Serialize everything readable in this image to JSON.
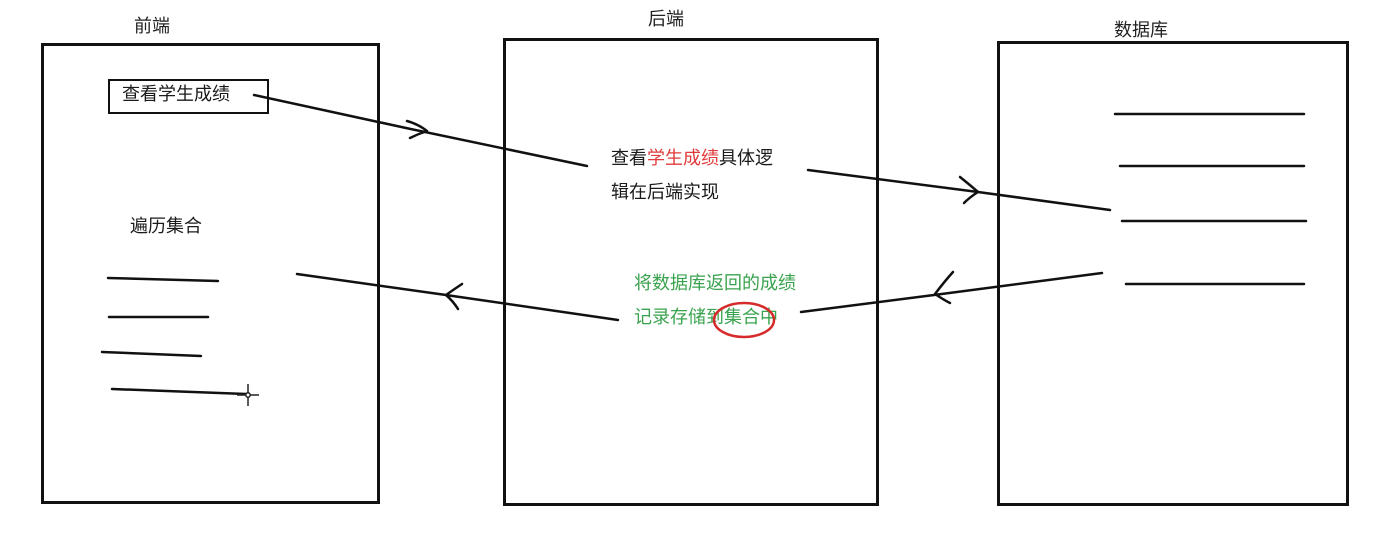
{
  "columns": {
    "frontend": {
      "title": "前端",
      "button_label": "查看学生成绩",
      "loop_label": "遍历集合"
    },
    "backend": {
      "title": "后端",
      "logic_line1_prefix": "查看",
      "logic_line1_highlight": "学生成绩",
      "logic_line1_suffix": "具体逻",
      "logic_line2": "辑在后端实现",
      "store_line1": "将数据库返回的成绩",
      "store_line2_prefix": "记录存储到",
      "store_line2_circled": "集合",
      "store_line2_suffix": "中"
    },
    "database": {
      "title": "数据库"
    }
  },
  "colors": {
    "stroke": "#111111",
    "highlight_red": "#e03a3a",
    "note_green": "#3aa34f",
    "circle_red": "#d62b2b"
  },
  "icons": {
    "cursor": "crosshair-cursor-icon"
  }
}
